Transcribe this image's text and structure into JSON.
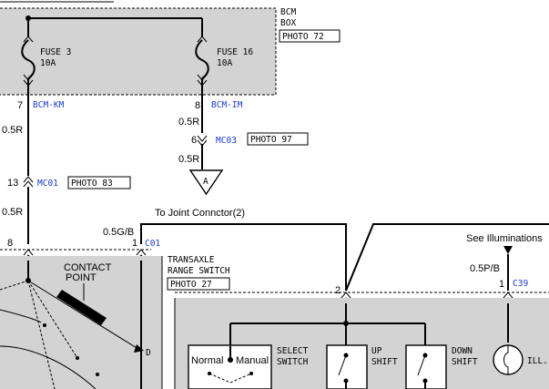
{
  "bcm_box": {
    "title_line1": "BCM",
    "title_line2": "BOX",
    "photo": "PHOTO 72",
    "fuse_left_name": "FUSE 3",
    "fuse_left_rating": "10A",
    "fuse_right_name": "FUSE 16",
    "fuse_right_rating": "10A",
    "pin_left": "7",
    "pin_left_conn": "BCM-KM",
    "pin_right": "8",
    "pin_right_conn": "BCM-IM"
  },
  "wires": {
    "left_w1": "0.5R",
    "left_w2": "0.5R",
    "right_w1": "0.5R",
    "right_w2": "0.5R",
    "g_wire": "0.5G/B",
    "pb_wire": "0.5P/B"
  },
  "connectors": {
    "mc01_pin": "13",
    "mc01_name": "MC01",
    "mc01_photo": "PHOTO 83",
    "mc03_pin": "6",
    "mc03_name": "MC03",
    "mc03_photo": "PHOTO 97",
    "joint_label": "A",
    "joint_text": "To Joint Connctor(2)",
    "c01_pin_left": "8",
    "c01_pin_right": "1",
    "c01_name": "C01",
    "c39_pin": "1",
    "c39_name": "C39",
    "right_pin": "2"
  },
  "transaxle": {
    "line1": "TRANSAXLE",
    "line2": "RANGE SWITCH",
    "photo": "PHOTO 27",
    "contact_line1": "CONTACT",
    "contact_line2": "POINT",
    "d_label": "D"
  },
  "switches": {
    "normal": "Normal",
    "manual": "Manual",
    "select_line1": "SELECT",
    "select_line2": "SWITCH",
    "up_line1": "UP",
    "up_line2": "SHIFT",
    "down_line1": "DOWN",
    "down_line2": "SHIFT",
    "ill": "ILL.",
    "see_illum": "See Illuminations"
  }
}
